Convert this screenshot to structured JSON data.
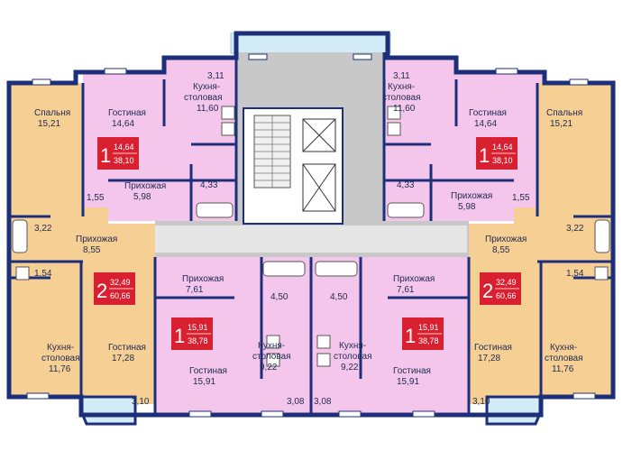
{
  "colors": {
    "wall": "#1e2f7a",
    "pink": "#f4c6ec",
    "orange": "#f6cf95",
    "core": "#c8c8c8",
    "glass": "#d3ecf8",
    "badge": "#d92030"
  },
  "rooms": [
    {
      "id": "tl-bed-name",
      "text": "Спальня"
    },
    {
      "id": "tl-bed-area",
      "text": "15,21"
    },
    {
      "id": "tl-liv-name",
      "text": "Гостиная"
    },
    {
      "id": "tl-liv-area",
      "text": "14,64"
    },
    {
      "id": "tl-kit-name1",
      "text": "Кухня-"
    },
    {
      "id": "tl-kit-name2",
      "text": "столовая"
    },
    {
      "id": "tl-kit-area",
      "text": "11,60"
    },
    {
      "id": "tl-hall-name",
      "text": "Прихожая"
    },
    {
      "id": "tl-hall-area",
      "text": "5,98"
    },
    {
      "id": "tl-bath-area",
      "text": "4,33"
    },
    {
      "id": "tl-balc-area",
      "text": "3,11"
    },
    {
      "id": "tl-155",
      "text": "1,55"
    },
    {
      "id": "tr-bed-name",
      "text": "Спальня"
    },
    {
      "id": "tr-bed-area",
      "text": "15,21"
    },
    {
      "id": "tr-liv-name",
      "text": "Гостиная"
    },
    {
      "id": "tr-liv-area",
      "text": "14,64"
    },
    {
      "id": "tr-kit-name1",
      "text": "Кухня-"
    },
    {
      "id": "tr-kit-name2",
      "text": "столовая"
    },
    {
      "id": "tr-kit-area",
      "text": "11,60"
    },
    {
      "id": "tr-hall-name",
      "text": "Прихожая"
    },
    {
      "id": "tr-hall-area",
      "text": "5,98"
    },
    {
      "id": "tr-bath-area",
      "text": "4,33"
    },
    {
      "id": "tr-balc-area",
      "text": "3,11"
    },
    {
      "id": "tr-155",
      "text": "1,55"
    },
    {
      "id": "ml-322",
      "text": "3,22"
    },
    {
      "id": "ml-hall-name",
      "text": "Прихожая"
    },
    {
      "id": "ml-hall-area",
      "text": "8,55"
    },
    {
      "id": "ml-154",
      "text": "1,54"
    },
    {
      "id": "ml-kit-name1",
      "text": "Кухня-"
    },
    {
      "id": "ml-kit-name2",
      "text": "столовая"
    },
    {
      "id": "ml-kit-area",
      "text": "11,76"
    },
    {
      "id": "ml-liv-name",
      "text": "Гостиная"
    },
    {
      "id": "ml-liv-area",
      "text": "17,28"
    },
    {
      "id": "ml-310",
      "text": "3,10"
    },
    {
      "id": "mr-322",
      "text": "3,22"
    },
    {
      "id": "mr-hall-name",
      "text": "Прихожая"
    },
    {
      "id": "mr-hall-area",
      "text": "8,55"
    },
    {
      "id": "mr-154",
      "text": "1,54"
    },
    {
      "id": "mr-kit-name1",
      "text": "Кухня-"
    },
    {
      "id": "mr-kit-name2",
      "text": "столовая"
    },
    {
      "id": "mr-kit-area",
      "text": "11,76"
    },
    {
      "id": "mr-liv-name",
      "text": "Гостиная"
    },
    {
      "id": "mr-liv-area",
      "text": "17,28"
    },
    {
      "id": "mr-310",
      "text": "3,10"
    },
    {
      "id": "bl-hall-name",
      "text": "Прихожая"
    },
    {
      "id": "bl-hall-area",
      "text": "7,61"
    },
    {
      "id": "bl-450",
      "text": "4,50"
    },
    {
      "id": "bl-kit-name1",
      "text": "Кухня-"
    },
    {
      "id": "bl-kit-name2",
      "text": "столовая"
    },
    {
      "id": "bl-kit-area",
      "text": "9,22"
    },
    {
      "id": "bl-liv-name",
      "text": "Гостиная"
    },
    {
      "id": "bl-liv-area",
      "text": "15,91"
    },
    {
      "id": "bl-308",
      "text": "3,08"
    },
    {
      "id": "br-hall-name",
      "text": "Прихожая"
    },
    {
      "id": "br-hall-area",
      "text": "7,61"
    },
    {
      "id": "br-450",
      "text": "4,50"
    },
    {
      "id": "br-kit-name1",
      "text": "Кухня-"
    },
    {
      "id": "br-kit-name2",
      "text": "столовая"
    },
    {
      "id": "br-kit-area",
      "text": "9,22"
    },
    {
      "id": "br-liv-name",
      "text": "Гостиная"
    },
    {
      "id": "br-liv-area",
      "text": "15,91"
    },
    {
      "id": "br-308",
      "text": "3,08"
    }
  ],
  "badges": [
    {
      "id": "tl",
      "rooms": "1",
      "living": "14,64",
      "total": "38,10"
    },
    {
      "id": "tr",
      "rooms": "1",
      "living": "14,64",
      "total": "38,10"
    },
    {
      "id": "ml",
      "rooms": "2",
      "living": "32,49",
      "total": "60,66"
    },
    {
      "id": "mr",
      "rooms": "2",
      "living": "32,49",
      "total": "60,66"
    },
    {
      "id": "bl",
      "rooms": "1",
      "living": "15,91",
      "total": "38,78"
    },
    {
      "id": "br",
      "rooms": "1",
      "living": "15,91",
      "total": "38,78"
    }
  ]
}
